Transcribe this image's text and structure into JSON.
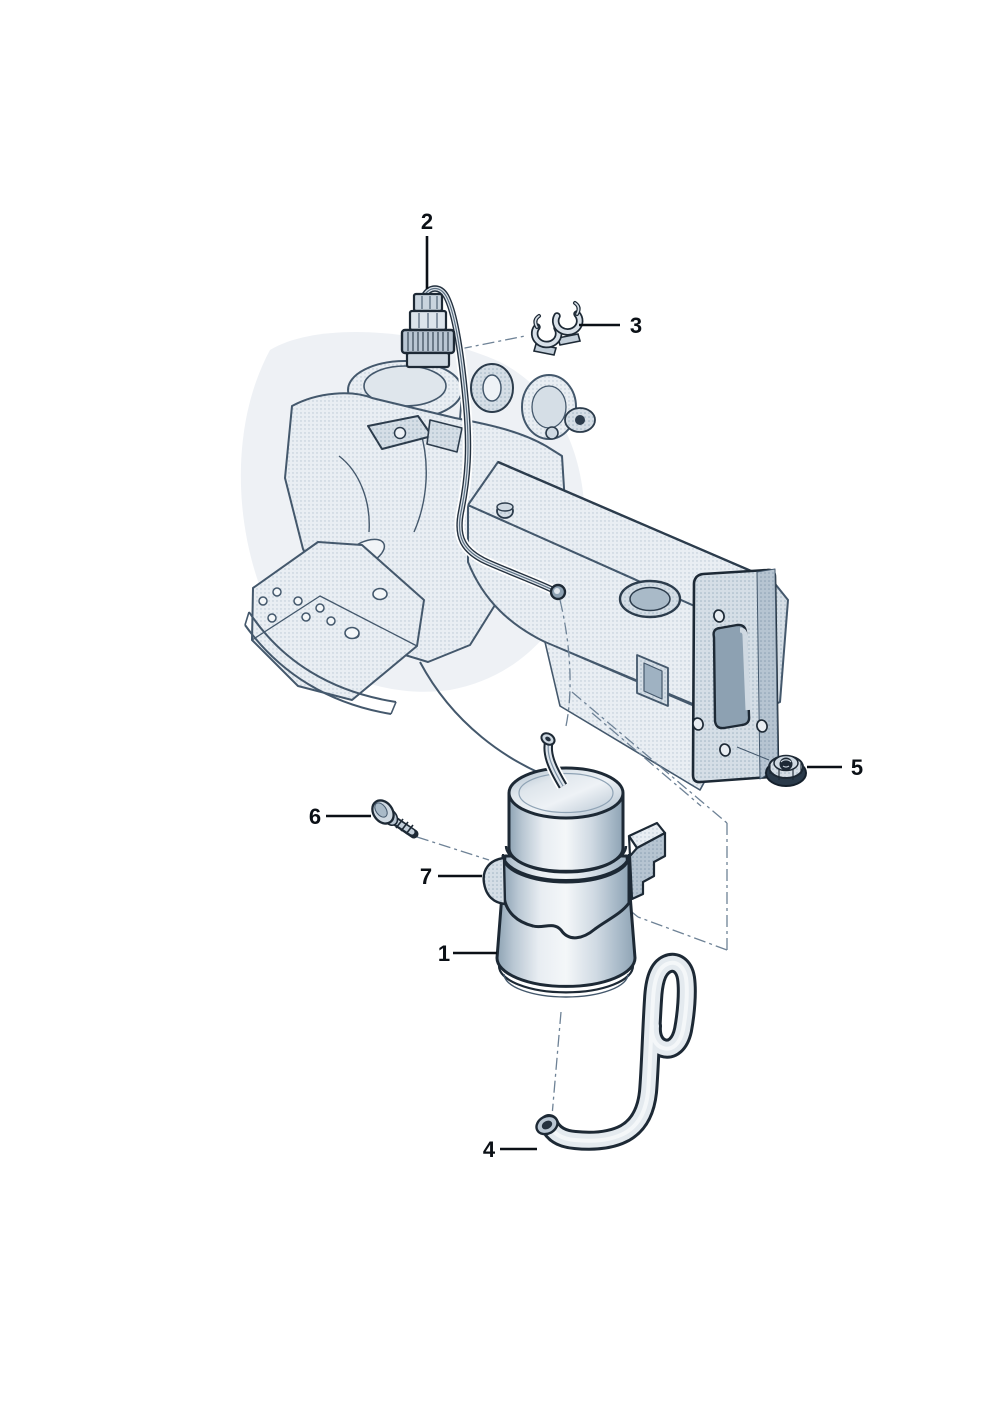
{
  "figure": {
    "background": "#ffffff"
  },
  "colors": {
    "outline": "#1d2935",
    "outline_secondary": "#44586c",
    "construction_line": "#6e8296",
    "fill_light": "#e9eef3",
    "fill_mid": "#d5dee6",
    "fill_shade": "#b6c4d1",
    "callout_text": "#0b1016"
  },
  "callouts": [
    {
      "label": "1"
    },
    {
      "label": "2"
    },
    {
      "label": "3"
    },
    {
      "label": "4"
    },
    {
      "label": "5"
    },
    {
      "label": "6"
    },
    {
      "label": "7"
    }
  ]
}
